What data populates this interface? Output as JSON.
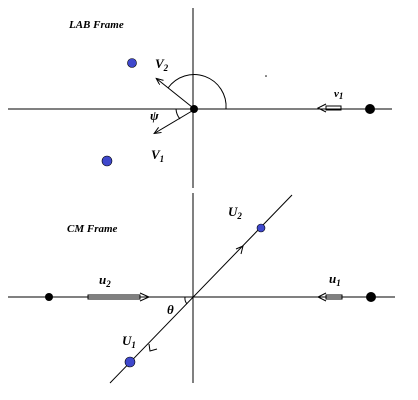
{
  "lab": {
    "title": "LAB Frame",
    "v2": "V",
    "v2_sub": "2",
    "v1": "V",
    "v1_sub": "1",
    "psi": "ψ",
    "small_v1": "v",
    "small_v1_sub": "1"
  },
  "cm": {
    "title": "CM   Frame",
    "U2": "U",
    "U2_sub": "2",
    "U1": "U",
    "U1_sub": "1",
    "u2": "u",
    "u2_sub": "2",
    "u1": "u",
    "u1_sub": "1",
    "theta": "θ"
  },
  "colors": {
    "particle": "#3f48cc",
    "line": "#000000"
  }
}
